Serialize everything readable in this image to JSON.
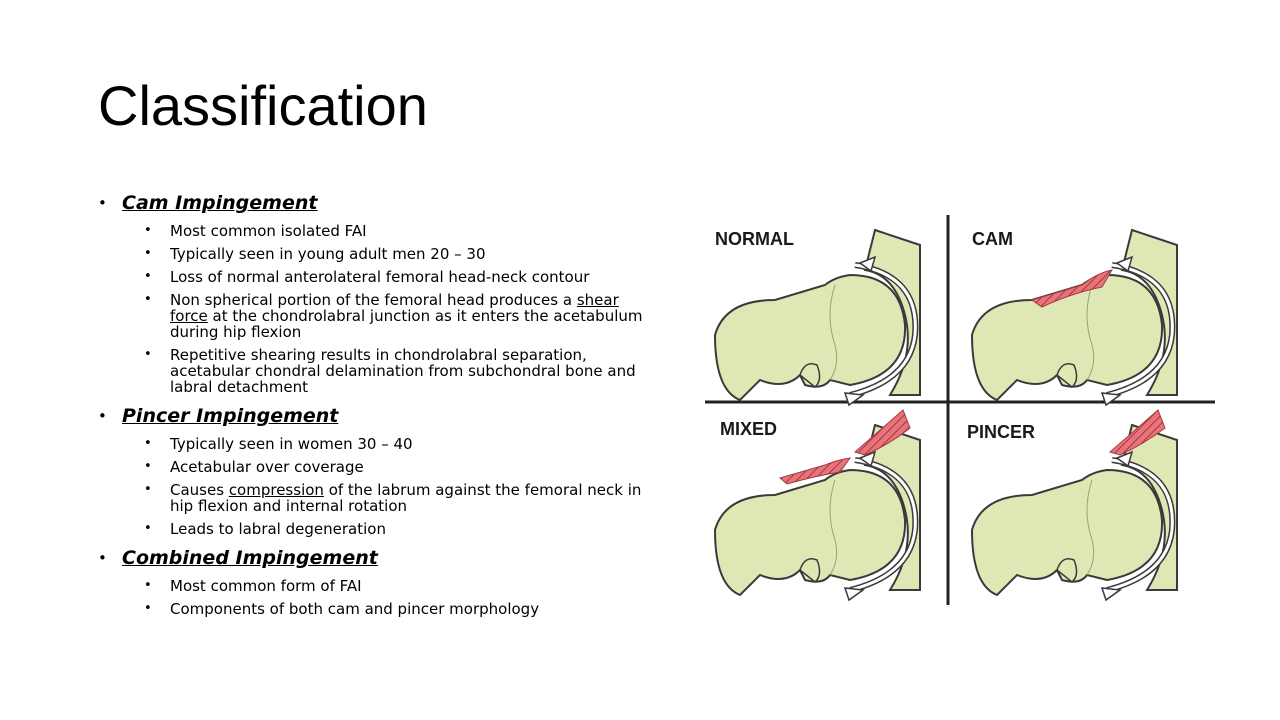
{
  "slide": {
    "title": "Classification",
    "sections": [
      {
        "heading": "Cam Impingement",
        "items": [
          {
            "text": "Most common isolated FAI"
          },
          {
            "text": "Typically seen in young adult men 20 – 30"
          },
          {
            "text": "Loss of normal anterolateral femoral head-neck contour"
          },
          {
            "pre": "Non spherical portion of the femoral head produces a ",
            "u": "shear force",
            "post": " at the chondrolabral junction as it enters the acetabulum during hip flexion"
          },
          {
            "text": "Repetitive shearing results in chondrolabral separation, acetabular chondral delamination from subchondral bone and labral detachment"
          }
        ]
      },
      {
        "heading": "Pincer Impingement",
        "items": [
          {
            "text": "Typically seen in women 30 – 40"
          },
          {
            "text": "Acetabular over coverage"
          },
          {
            "pre": "Causes ",
            "u": "compression",
            "post": " of the labrum against the femoral neck in hip flexion and internal rotation"
          },
          {
            "text": "Leads to labral degeneration"
          }
        ]
      },
      {
        "heading": "Combined Impingement",
        "items": [
          {
            "text": "Most common form of FAI"
          },
          {
            "text": "Components of both cam and pincer morphology"
          }
        ]
      }
    ]
  },
  "figure": {
    "labels": {
      "normal": "NORMAL",
      "cam": "CAM",
      "mixed": "MIXED",
      "pincer": "PINCER"
    },
    "colors": {
      "bone": "#dfe8b4",
      "outline": "#3a3a3a",
      "lesion": "#e8737a"
    }
  }
}
